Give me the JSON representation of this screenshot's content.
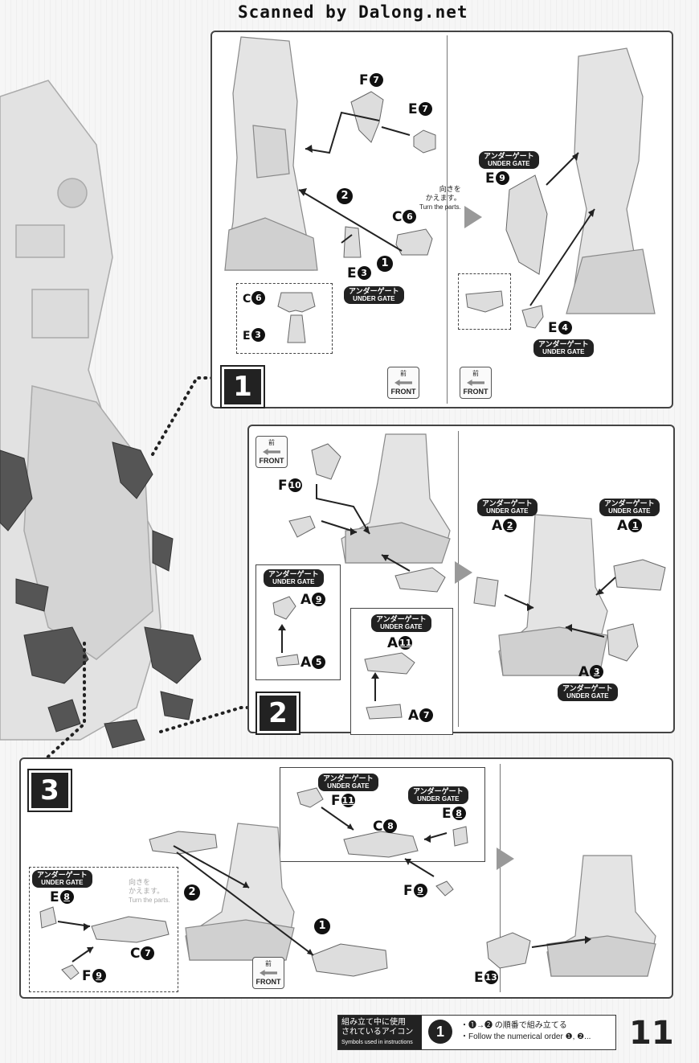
{
  "header": {
    "scan_credit": "Scanned by Dalong.net"
  },
  "steps": {
    "s1": {
      "number": "1"
    },
    "s2": {
      "number": "2"
    },
    "s3": {
      "number": "3"
    }
  },
  "common": {
    "under_gate_jp": "アンダーゲート",
    "under_gate_en": "UNDER GATE",
    "front_jp": "前",
    "front_en": "FRONT",
    "turn_jp_1": "向きを",
    "turn_jp_2": "かえます。",
    "turn_en": "Turn the parts."
  },
  "step1_labels": {
    "f7": "F",
    "f7n": "7",
    "e7": "E",
    "e7n": "7",
    "c6": "C",
    "c6n": "6",
    "e3": "E",
    "e3n": "3",
    "order1": "1",
    "order2": "2",
    "box_c6": "C",
    "box_c6n": "6",
    "box_e3": "E",
    "box_e3n": "3",
    "e9": "E",
    "e9n": "9",
    "e4": "E",
    "e4n": "4"
  },
  "step2_labels": {
    "f10": "F",
    "f10n": "10",
    "a9": "A",
    "a9n": "9",
    "a5": "A",
    "a5n": "5",
    "a11": "A",
    "a11n": "11",
    "a7": "A",
    "a7n": "7",
    "a2": "A",
    "a2n": "2",
    "a1": "A",
    "a1n": "1",
    "a3": "A",
    "a3n": "3"
  },
  "step3_labels": {
    "f11": "F",
    "f11n": "11",
    "c8": "C",
    "c8n": "8",
    "e8a": "E",
    "e8an": "8",
    "f9a": "F",
    "f9an": "9",
    "e8b": "E",
    "e8bn": "8",
    "c7": "C",
    "c7n": "7",
    "f9b": "F",
    "f9bn": "9",
    "e13": "E",
    "e13n": "13",
    "order1": "1",
    "order2": "2"
  },
  "legend": {
    "title_jp_1": "組み立て中に使用",
    "title_jp_2": "されているアイコン",
    "title_en": "Symbols used in instructions",
    "icon": "1",
    "line_jp": "・❶→❷ の順番で組み立てる",
    "line_en": "・Follow the numerical order ❶, ❷..."
  },
  "page_number": "11",
  "colors": {
    "ink": "#222222",
    "arrow_grey": "#999999",
    "panel_bg": "#ffffff"
  }
}
